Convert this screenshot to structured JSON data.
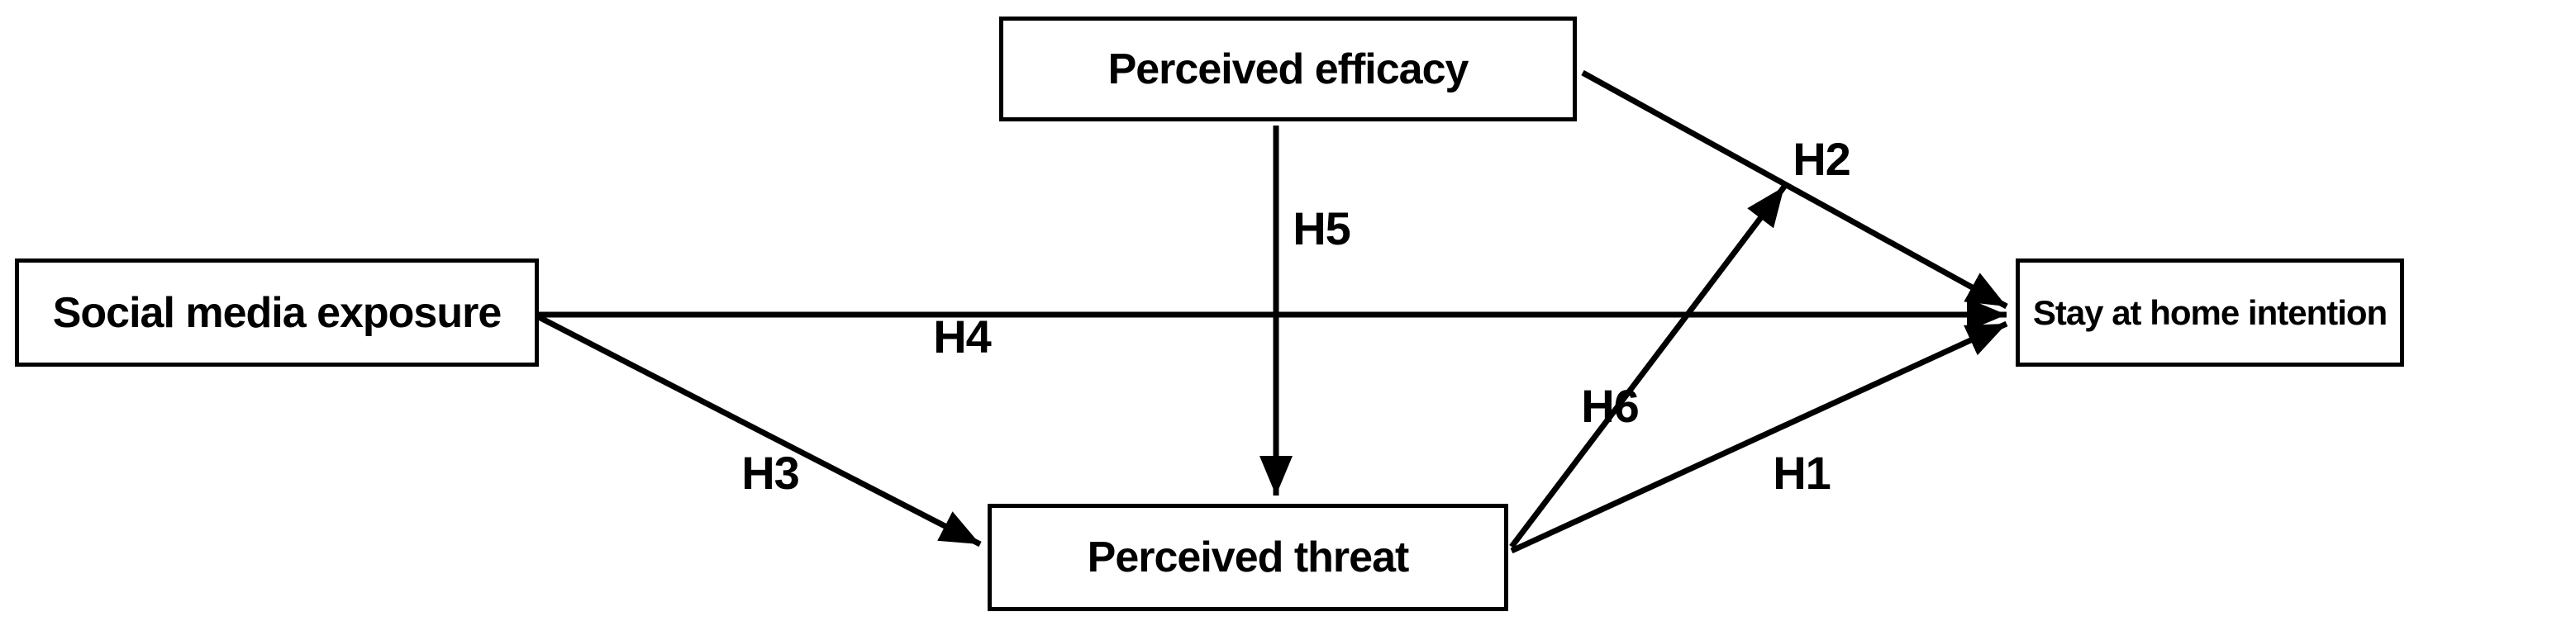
{
  "diagram": {
    "background_color": "#ffffff",
    "line_color": "#000000",
    "text_color": "#000000",
    "nodes": {
      "social_media_exposure": {
        "label": "Social media exposure"
      },
      "perceived_efficacy": {
        "label": "Perceived efficacy"
      },
      "perceived_threat": {
        "label": "Perceived threat"
      },
      "stay_at_home_intention": {
        "label": "Stay at home intention"
      }
    },
    "edges": {
      "H1": {
        "label": "H1",
        "from": "perceived_threat",
        "to": "stay_at_home_intention",
        "style": "arrow"
      },
      "H2": {
        "label": "H2",
        "from": "perceived_efficacy",
        "to": "stay_at_home_intention",
        "style": "arrow"
      },
      "H3": {
        "label": "H3",
        "from": "social_media_exposure",
        "to": "perceived_threat",
        "style": "arrow"
      },
      "H4": {
        "label": "H4",
        "from": "social_media_exposure",
        "to": "stay_at_home_intention",
        "style": "arrow"
      },
      "H5": {
        "label": "H5",
        "from": "perceived_efficacy",
        "to": "perceived_threat",
        "style": "arrow"
      },
      "H6": {
        "label": "H6",
        "from": "perceived_threat",
        "to": "H2_path",
        "style": "arrow"
      }
    }
  }
}
